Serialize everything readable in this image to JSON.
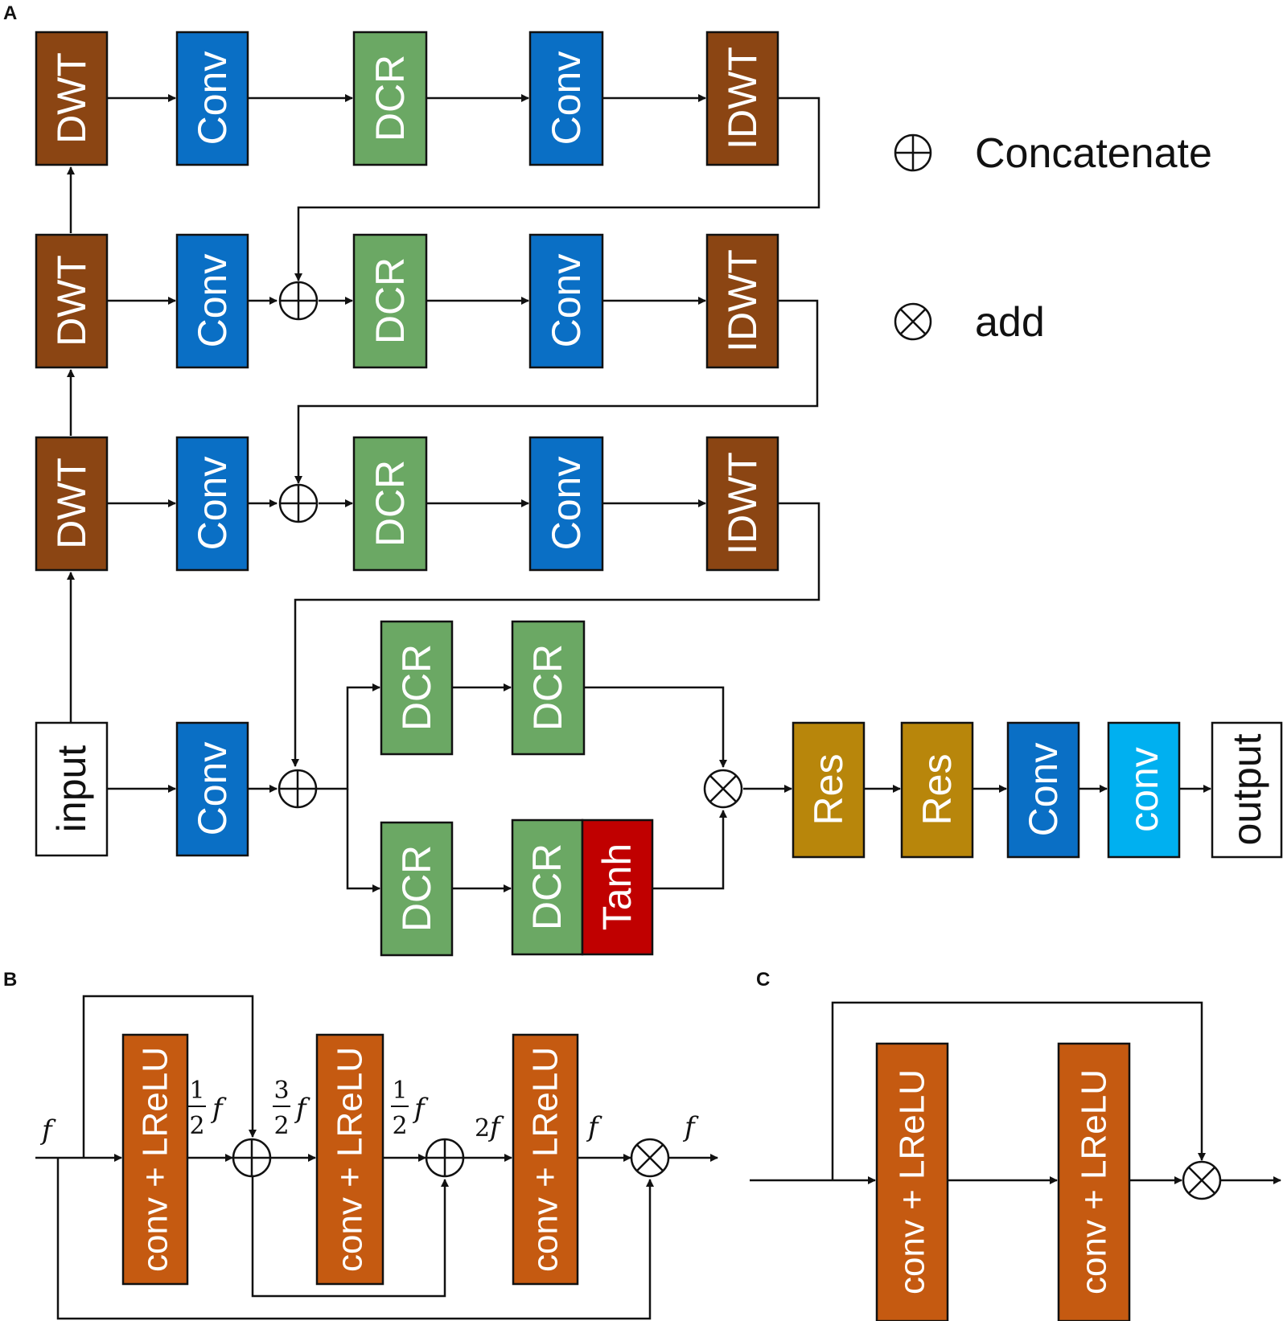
{
  "panels": {
    "a": "A",
    "b": "B",
    "c": "C"
  },
  "legend": {
    "concatenate_symbol": "⊕",
    "concatenate_label": "Concatenate",
    "add_symbol": "⊗",
    "add_label": "add"
  },
  "colors": {
    "dwt": "#8B4513",
    "conv": "#0A6FC5",
    "dcr": "#6BA864",
    "tanh": "#C00000",
    "res": "#B8860B",
    "conv_light": "#00B0F0",
    "lrelu": "#C55A11",
    "io": "#FFFFFF"
  },
  "diagram_a": {
    "row1": [
      "DWT",
      "Conv",
      "DCR",
      "Conv",
      "IDWT"
    ],
    "row2": [
      "DWT",
      "Conv",
      "DCR",
      "Conv",
      "IDWT"
    ],
    "row3": [
      "DWT",
      "Conv",
      "DCR",
      "Conv",
      "IDWT"
    ],
    "input": "input",
    "input_conv": "Conv",
    "upper_branch": [
      "DCR",
      "DCR"
    ],
    "lower_branch": [
      "DCR",
      "DCR",
      "Tanh"
    ],
    "tail": [
      "Res",
      "Res",
      "Conv",
      "conv"
    ],
    "output": "output"
  },
  "diagram_b": {
    "block": "conv + LReLU",
    "f": "f",
    "one": "1",
    "two": "2",
    "three": "3",
    "two_f": "2"
  },
  "diagram_c": {
    "block": "conv + LReLU"
  }
}
